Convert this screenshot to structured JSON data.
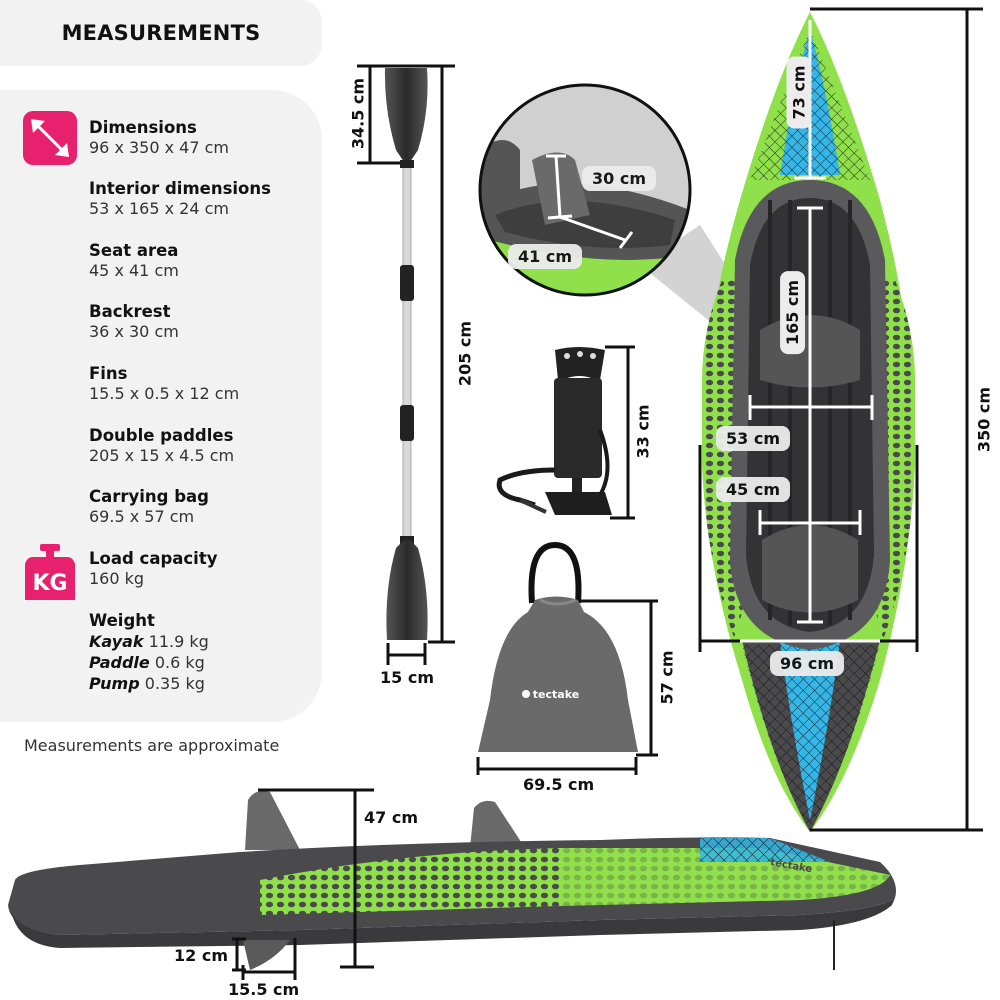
{
  "header": {
    "title": "MEASUREMENTS"
  },
  "colors": {
    "accent": "#e8216f",
    "kayak_green": "#8fe04a",
    "kayak_blue": "#35b6e6",
    "kayak_grey": "#4a4a4c",
    "panel_bg": "#f2f2f2"
  },
  "icons": {
    "dimensions": "diagonal-arrows-icon",
    "load": "kg-weight-icon"
  },
  "specs": [
    {
      "label": "Dimensions",
      "value": "96 x 350 x 47 cm"
    },
    {
      "label": "Interior dimensions",
      "value": "53 x 165 x 24 cm"
    },
    {
      "label": "Seat area",
      "value": "45 x 41 cm"
    },
    {
      "label": "Backrest",
      "value": "36 x 30 cm"
    },
    {
      "label": "Fins",
      "value": "15.5 x 0.5 x 12 cm"
    },
    {
      "label": "Double paddles",
      "value": "205 x 15 x 4.5 cm"
    },
    {
      "label": "Carrying bag",
      "value": "69.5 x 57 cm"
    },
    {
      "label": "Load capacity",
      "value": "160 kg"
    }
  ],
  "weight": {
    "label": "Weight",
    "items": [
      {
        "name": "Kayak",
        "value": "11.9 kg"
      },
      {
        "name": "Paddle",
        "value": "0.6 kg"
      },
      {
        "name": "Pump",
        "value": "0.35 kg"
      }
    ]
  },
  "kg_icon_text": "KG",
  "note": "Measurements are approximate",
  "paddle": {
    "blade_length": "34.5 cm",
    "total_length": "205 cm",
    "blade_width": "15 cm"
  },
  "detail": {
    "backrest_height": "30 cm",
    "seat_depth": "41 cm"
  },
  "pump": {
    "height": "33 cm"
  },
  "bag": {
    "height": "57 cm",
    "width": "69.5 cm",
    "brand": "tectake"
  },
  "kayak_top": {
    "bow_deck": "73 cm",
    "interior_length": "165 cm",
    "interior_width": "53 cm",
    "seat_width": "45 cm",
    "width": "96 cm",
    "length": "350 cm"
  },
  "kayak_side": {
    "height": "47 cm",
    "fin_height": "12 cm",
    "fin_length": "15.5 cm",
    "brand": "tectake"
  }
}
